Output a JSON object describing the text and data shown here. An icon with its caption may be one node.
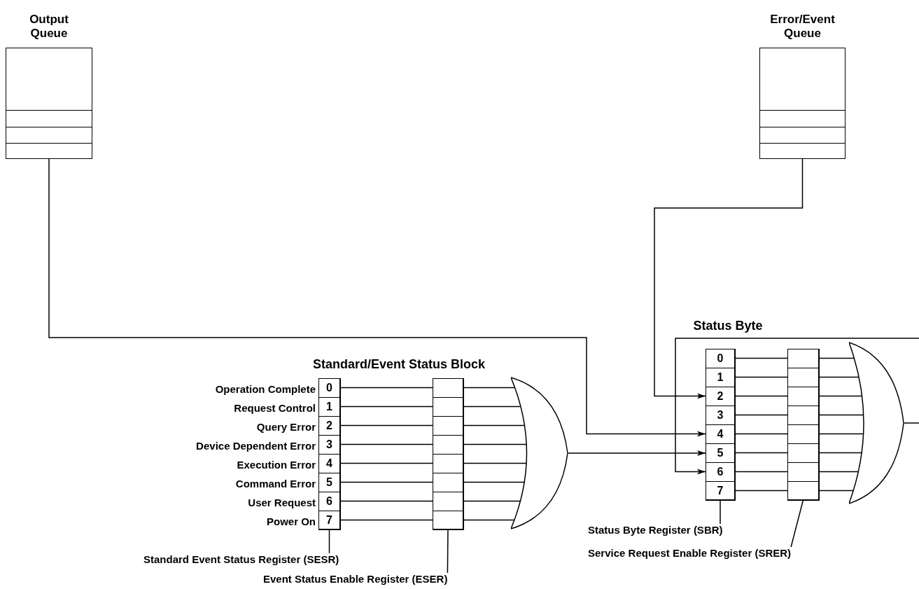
{
  "diagram": {
    "nodes": [
      {
        "text": [
          "Output Queue"
        ]
      },
      {
        "text": [
          "Error/Event Queue"
        ]
      },
      {
        "text": [],
        "shape": "box"
      },
      {
        "text": [
          "0"
        ],
        "in": 2,
        "beside": [
          "Operation Complete"
        ]
      },
      {
        "text": [
          "1"
        ],
        "in": 2,
        "beside": [
          "Request Control"
        ]
      },
      {
        "text": [
          "2"
        ],
        "in": 2,
        "beside": [
          "Query Error"
        ]
      },
      {
        "text": [
          "3"
        ],
        "in": 2,
        "beside": [
          "Device Dependent Error"
        ]
      },
      {
        "text": [
          "4"
        ],
        "in": 2,
        "beside": [
          "Execution Error"
        ]
      },
      {
        "text": [
          "5"
        ],
        "in": 2,
        "beside": [
          "Command Error"
        ]
      },
      {
        "text": [
          "6"
        ],
        "in": 2,
        "beside": [
          "User Request"
        ]
      },
      {
        "text": [
          "7"
        ],
        "in": 2,
        "beside": [
          "Power On"
        ]
      },
      {
        "text": [],
        "shape": "box"
      },
      {
        "text": [],
        "shape": "box",
        "in": 11
      },
      {
        "text": [],
        "shape": "box",
        "in": 11
      },
      {
        "text": [],
        "shape": "box",
        "in": 11
      },
      {
        "text": [],
        "shape": "box",
        "in": 11
      },
      {
        "text": [],
        "shape": "box",
        "in": 11
      },
      {
        "text": [],
        "shape": "box",
        "in": 11
      },
      {
        "text": [],
        "shape": "box",
        "in": 11
      },
      {
        "text": [],
        "shape": "box",
        "in": 11
      },
      {
        "text": [],
        "shape": "gate"
      },
      {
        "text": [
          "Standard Event Status Register (SESR)"
        ]
      },
      {
        "text": [
          "Event Status Enable Register (ESER)"
        ]
      },
      {
        "text": [],
        "shape": "box"
      },
      {
        "text": [
          "0"
        ],
        "in": 23
      },
      {
        "text": [
          "1"
        ],
        "in": 23
      },
      {
        "text": [
          "2"
        ],
        "in": 23
      },
      {
        "text": [
          "3"
        ],
        "in": 23
      },
      {
        "text": [
          "4"
        ],
        "in": 23
      },
      {
        "text": [
          "5"
        ],
        "in": 23
      },
      {
        "text": [
          "6"
        ],
        "in": 23
      },
      {
        "text": [
          "7"
        ],
        "in": 23
      },
      {
        "text": [],
        "shape": "box"
      },
      {
        "text": [],
        "shape": "box",
        "in": 32
      },
      {
        "text": [],
        "shape": "box",
        "in": 32
      },
      {
        "text": [],
        "shape": "box",
        "in": 32
      },
      {
        "text": [],
        "shape": "box",
        "in": 32
      },
      {
        "text": [],
        "shape": "box",
        "in": 32
      },
      {
        "text": [],
        "shape": "box",
        "in": 32
      },
      {
        "text": [],
        "shape": "box",
        "in": 32
      },
      {
        "text": [],
        "shape": "box",
        "in": 32
      },
      {
        "text": [],
        "shape": "gate"
      },
      {
        "text": [
          "Status Byte Register (SBR)"
        ]
      },
      {
        "text": [
          "Service Request Enable Register (SRER)"
        ]
      }
    ],
    "edges": [
      {
        "from": 0,
        "to": 28,
        "arrow": "to"
      },
      {
        "from": 1,
        "to": 26,
        "arrow": "to"
      },
      {
        "from": 20,
        "to": 29,
        "arrow": "to"
      },
      {
        "from": null,
        "to": 30,
        "arrow": "to"
      },
      {
        "from": 41,
        "to": null,
        "arrow": "none"
      },
      {
        "from": 3,
        "to": 12,
        "arrow": "none"
      },
      {
        "from": 4,
        "to": 13,
        "arrow": "none"
      },
      {
        "from": 5,
        "to": 14,
        "arrow": "none"
      },
      {
        "from": 6,
        "to": 15,
        "arrow": "none"
      },
      {
        "from": 7,
        "to": 16,
        "arrow": "none"
      },
      {
        "from": 8,
        "to": 17,
        "arrow": "none"
      },
      {
        "from": 9,
        "to": 18,
        "arrow": "none"
      },
      {
        "from": 10,
        "to": 19,
        "arrow": "none"
      },
      {
        "from": 12,
        "to": 20,
        "arrow": "none"
      },
      {
        "from": 13,
        "to": 20,
        "arrow": "none"
      },
      {
        "from": 14,
        "to": 20,
        "arrow": "none"
      },
      {
        "from": 15,
        "to": 20,
        "arrow": "none"
      },
      {
        "from": 16,
        "to": 20,
        "arrow": "none"
      },
      {
        "from": 17,
        "to": 20,
        "arrow": "none"
      },
      {
        "from": 18,
        "to": 20,
        "arrow": "none"
      },
      {
        "from": 19,
        "to": 20,
        "arrow": "none"
      },
      {
        "from": 24,
        "to": 33,
        "arrow": "none"
      },
      {
        "from": 25,
        "to": 34,
        "arrow": "none"
      },
      {
        "from": 26,
        "to": 35,
        "arrow": "none"
      },
      {
        "from": 27,
        "to": 36,
        "arrow": "none"
      },
      {
        "from": 28,
        "to": 37,
        "arrow": "none"
      },
      {
        "from": 29,
        "to": 38,
        "arrow": "none"
      },
      {
        "from": 30,
        "to": 39,
        "arrow": "none"
      },
      {
        "from": 31,
        "to": 40,
        "arrow": "none"
      },
      {
        "from": 33,
        "to": 41,
        "arrow": "none"
      },
      {
        "from": 34,
        "to": 41,
        "arrow": "none"
      },
      {
        "from": 35,
        "to": 41,
        "arrow": "none"
      },
      {
        "from": 36,
        "to": 41,
        "arrow": "none"
      },
      {
        "from": 37,
        "to": 41,
        "arrow": "none"
      },
      {
        "from": 38,
        "to": 41,
        "arrow": "none"
      },
      {
        "from": 39,
        "to": 41,
        "arrow": "none"
      },
      {
        "from": 40,
        "to": 41,
        "arrow": "none"
      },
      {
        "from": 21,
        "to": 2,
        "arrow": "none"
      },
      {
        "from": 22,
        "to": 11,
        "arrow": "none"
      },
      {
        "from": 42,
        "to": 23,
        "arrow": "none"
      },
      {
        "from": 43,
        "to": 32,
        "arrow": "none"
      }
    ],
    "labels": [
      "Standard/Event Status Block",
      "Status Byte"
    ]
  }
}
